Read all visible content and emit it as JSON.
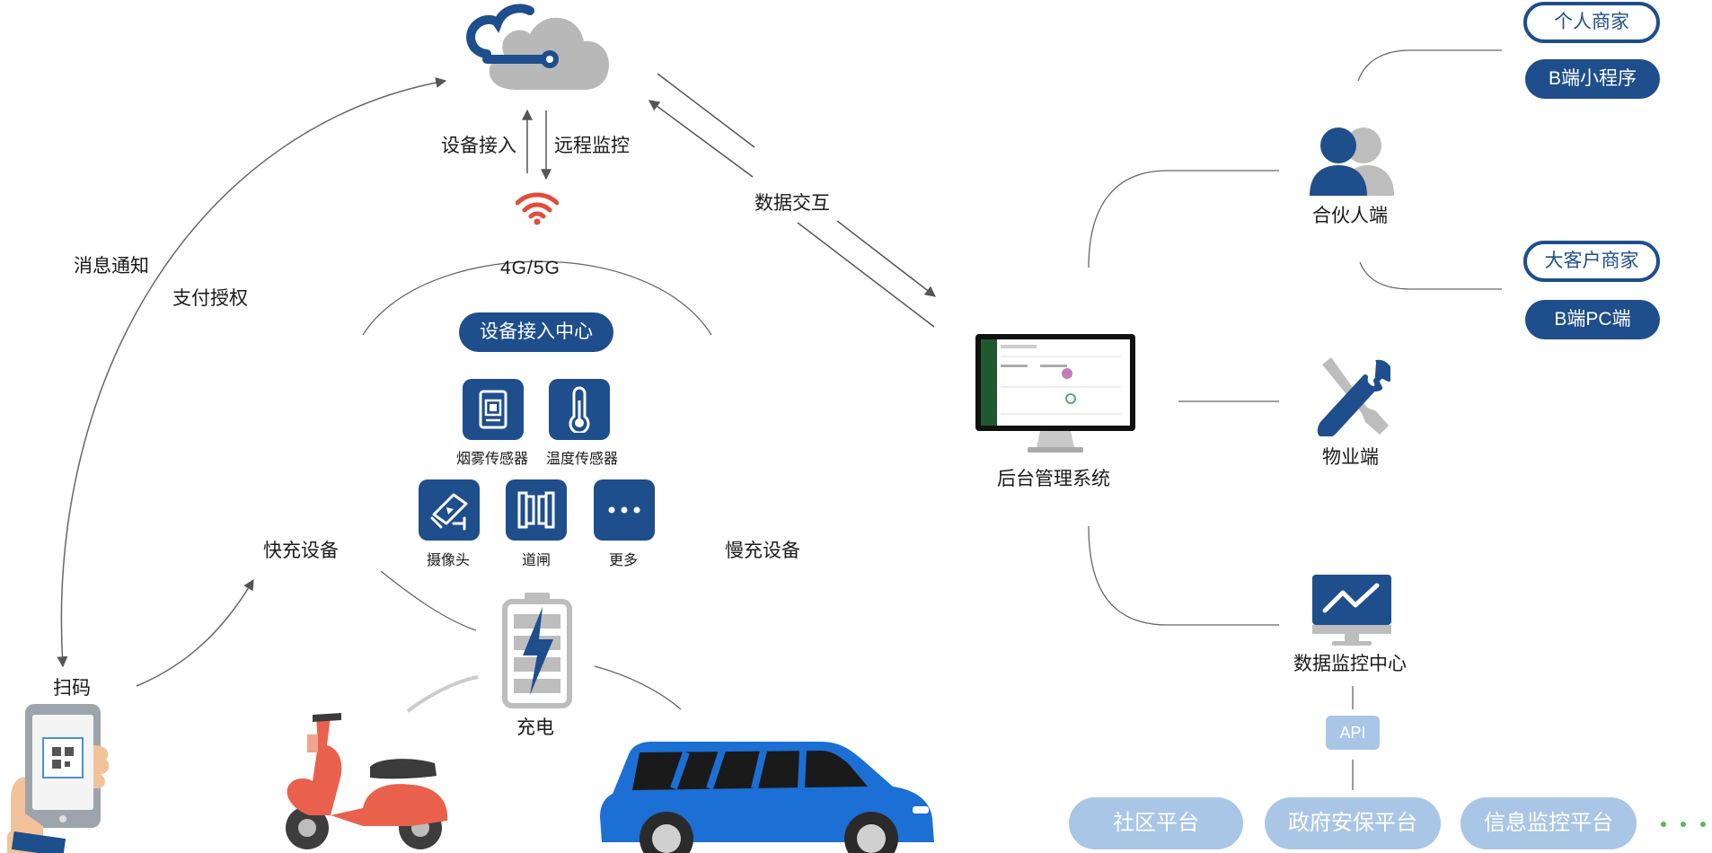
{
  "hub": {
    "network_label": "4G/5G",
    "center_label": "设备接入中心",
    "device_access": "设备接入",
    "remote_monitor": "远程监控",
    "data_exchange": "数据交互"
  },
  "devices": [
    {
      "label": "烟雾传感器",
      "icon": "smoke-sensor-icon"
    },
    {
      "label": "温度传感器",
      "icon": "thermometer-icon"
    },
    {
      "label": "摄像头",
      "icon": "camera-icon"
    },
    {
      "label": "道闸",
      "icon": "barrier-gate-icon"
    },
    {
      "label": "更多",
      "icon": "more-icon"
    }
  ],
  "left": {
    "message": "消息通知",
    "payment": "支付授权",
    "scan": "扫码",
    "fast_charge": "快充设备",
    "slow_charge": "慢充设备",
    "charge": "充电"
  },
  "backend": {
    "label": "后台管理系统"
  },
  "partner": {
    "label": "合伙人端",
    "pills": [
      "个人商家",
      "B端小程序",
      "大客户商家",
      "B端PC端"
    ]
  },
  "property": {
    "label": "物业端"
  },
  "monitor": {
    "label": "数据监控中心",
    "api": "API"
  },
  "platforms": [
    "社区平台",
    "政府安保平台",
    "信息监控平台"
  ],
  "colors": {
    "primary": "#1f4e8c",
    "light": "#a9c6e6",
    "accent_red": "#e34b3b",
    "car_blue": "#1c6fd4"
  }
}
